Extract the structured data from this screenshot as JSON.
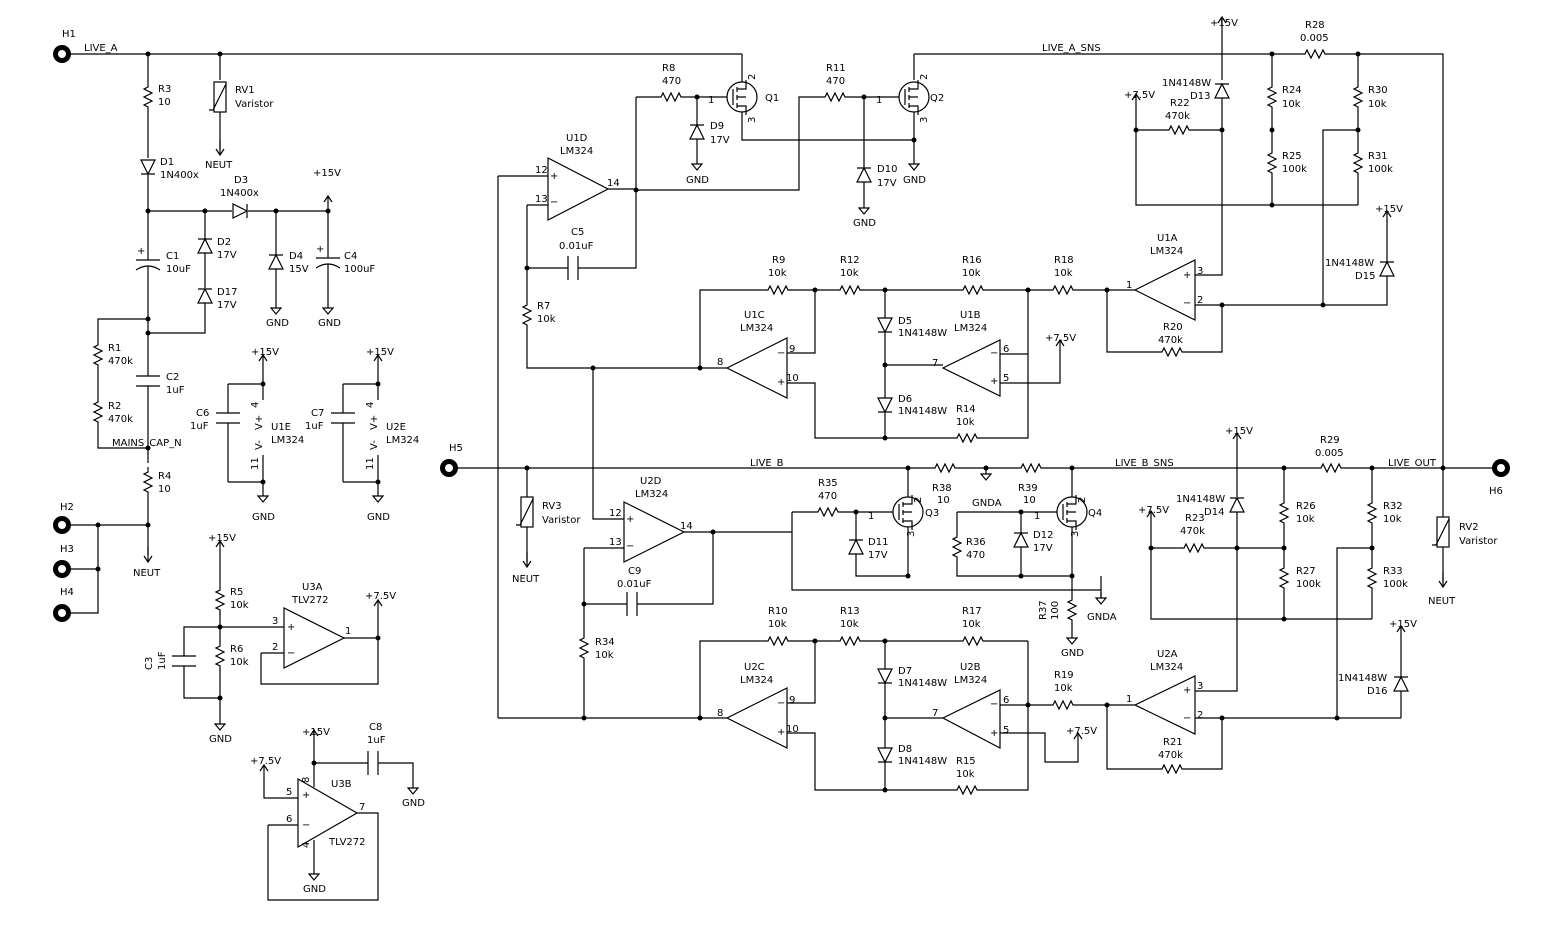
{
  "connectors": {
    "h1": "H1",
    "h2": "H2",
    "h3": "H3",
    "h4": "H4",
    "h5": "H5",
    "h6": "H6"
  },
  "nets": {
    "live_a": "LIVE_A",
    "live_a_sns": "LIVE_A_SNS",
    "live_b": "LIVE_B",
    "live_b_sns": "LIVE_B_SNS",
    "live_out": "LIVE_OUT",
    "mains_cap_n": "MAINS_CAP_N"
  },
  "power": {
    "p15": "+15V",
    "p7v5": "+7.5V",
    "gnd": "GND",
    "gnda": "GNDA",
    "neut": "NEUT"
  },
  "components": {
    "R3": {
      "ref": "R3",
      "val": "10"
    },
    "R4": {
      "ref": "R4",
      "val": "10"
    },
    "R1": {
      "ref": "R1",
      "val": "470k"
    },
    "R2": {
      "ref": "R2",
      "val": "470k"
    },
    "R5": {
      "ref": "R5",
      "val": "10k"
    },
    "R6": {
      "ref": "R6",
      "val": "10k"
    },
    "R7": {
      "ref": "R7",
      "val": "10k"
    },
    "R8": {
      "ref": "R8",
      "val": "470"
    },
    "R9": {
      "ref": "R9",
      "val": "10k"
    },
    "R10": {
      "ref": "R10",
      "val": "10k"
    },
    "R11": {
      "ref": "R11",
      "val": "470"
    },
    "R12": {
      "ref": "R12",
      "val": "10k"
    },
    "R13": {
      "ref": "R13",
      "val": "10k"
    },
    "R14": {
      "ref": "R14",
      "val": "10k"
    },
    "R15": {
      "ref": "R15",
      "val": "10k"
    },
    "R16": {
      "ref": "R16",
      "val": "10k"
    },
    "R17": {
      "ref": "R17",
      "val": "10k"
    },
    "R18": {
      "ref": "R18",
      "val": "10k"
    },
    "R19": {
      "ref": "R19",
      "val": "10k"
    },
    "R20": {
      "ref": "R20",
      "val": "470k"
    },
    "R21": {
      "ref": "R21",
      "val": "470k"
    },
    "R22": {
      "ref": "R22",
      "val": "470k"
    },
    "R23": {
      "ref": "R23",
      "val": "470k"
    },
    "R24": {
      "ref": "R24",
      "val": "10k"
    },
    "R25": {
      "ref": "R25",
      "val": "100k"
    },
    "R26": {
      "ref": "R26",
      "val": "10k"
    },
    "R27": {
      "ref": "R27",
      "val": "100k"
    },
    "R28": {
      "ref": "R28",
      "val": "0.005"
    },
    "R29": {
      "ref": "R29",
      "val": "0.005"
    },
    "R30": {
      "ref": "R30",
      "val": "10k"
    },
    "R31": {
      "ref": "R31",
      "val": "100k"
    },
    "R32": {
      "ref": "R32",
      "val": "10k"
    },
    "R33": {
      "ref": "R33",
      "val": "100k"
    },
    "R34": {
      "ref": "R34",
      "val": "10k"
    },
    "R35": {
      "ref": "R35",
      "val": "470"
    },
    "R36": {
      "ref": "R36",
      "val": "470"
    },
    "R37": {
      "ref": "R37",
      "val": "100"
    },
    "R38": {
      "ref": "R38",
      "val": "10"
    },
    "R39": {
      "ref": "R39",
      "val": "10"
    },
    "C1": {
      "ref": "C1",
      "val": "10uF"
    },
    "C2": {
      "ref": "C2",
      "val": "1uF"
    },
    "C3": {
      "ref": "C3",
      "val": "1uF"
    },
    "C4": {
      "ref": "C4",
      "val": "100uF"
    },
    "C5": {
      "ref": "C5",
      "val": "0.01uF"
    },
    "C6": {
      "ref": "C6",
      "val": "1uF"
    },
    "C7": {
      "ref": "C7",
      "val": "1uF"
    },
    "C8": {
      "ref": "C8",
      "val": "1uF"
    },
    "C9": {
      "ref": "C9",
      "val": "0.01uF"
    },
    "D1": {
      "ref": "D1",
      "val": "1N400x"
    },
    "D2": {
      "ref": "D2",
      "val": "17V"
    },
    "D3": {
      "ref": "D3",
      "val": "1N400x"
    },
    "D4": {
      "ref": "D4",
      "val": "15V"
    },
    "D5": {
      "ref": "D5",
      "val": "1N4148W"
    },
    "D6": {
      "ref": "D6",
      "val": "1N4148W"
    },
    "D7": {
      "ref": "D7",
      "val": "1N4148W"
    },
    "D8": {
      "ref": "D8",
      "val": "1N4148W"
    },
    "D9": {
      "ref": "D9",
      "val": "17V"
    },
    "D10": {
      "ref": "D10",
      "val": "17V"
    },
    "D11": {
      "ref": "D11",
      "val": "17V"
    },
    "D12": {
      "ref": "D12",
      "val": "17V"
    },
    "D13": {
      "ref": "D13",
      "val": "1N4148W"
    },
    "D14": {
      "ref": "D14",
      "val": "1N4148W"
    },
    "D15": {
      "ref": "D15",
      "val": "1N4148W"
    },
    "D16": {
      "ref": "D16",
      "val": "1N4148W"
    },
    "D17": {
      "ref": "D17",
      "val": "17V"
    },
    "RV1": {
      "ref": "RV1",
      "val": "Varistor"
    },
    "RV2": {
      "ref": "RV2",
      "val": "Varistor"
    },
    "RV3": {
      "ref": "RV3",
      "val": "Varistor"
    },
    "Q1": {
      "ref": "Q1"
    },
    "Q2": {
      "ref": "Q2"
    },
    "Q3": {
      "ref": "Q3"
    },
    "Q4": {
      "ref": "Q4"
    },
    "U1A": {
      "ref": "U1A",
      "val": "LM324"
    },
    "U1B": {
      "ref": "U1B",
      "val": "LM324"
    },
    "U1C": {
      "ref": "U1C",
      "val": "LM324"
    },
    "U1D": {
      "ref": "U1D",
      "val": "LM324"
    },
    "U1E": {
      "ref": "U1E",
      "val": "LM324"
    },
    "U2A": {
      "ref": "U2A",
      "val": "LM324"
    },
    "U2B": {
      "ref": "U2B",
      "val": "LM324"
    },
    "U2C": {
      "ref": "U2C",
      "val": "LM324"
    },
    "U2D": {
      "ref": "U2D",
      "val": "LM324"
    },
    "U2E": {
      "ref": "U2E",
      "val": "LM324"
    },
    "U3A": {
      "ref": "U3A",
      "val": "TLV272"
    },
    "U3B": {
      "ref": "U3B",
      "val": "TLV272"
    }
  },
  "pins": {
    "p1": "1",
    "p2": "2",
    "p3": "3",
    "p4": "4",
    "p5": "5",
    "p6": "6",
    "p7": "7",
    "p8": "8",
    "p9": "9",
    "p10": "10",
    "p11": "11",
    "p12": "12",
    "p13": "13",
    "p14": "14",
    "vplus": "V+",
    "vminus": "V-",
    "plus": "+",
    "minus": "−"
  }
}
